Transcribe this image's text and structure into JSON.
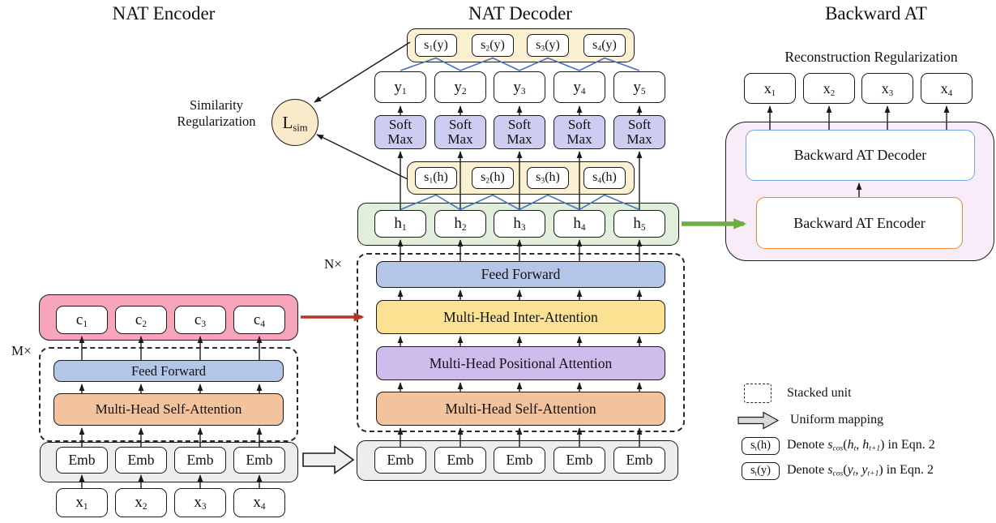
{
  "titles": {
    "encoder": "NAT Encoder",
    "decoder": "NAT Decoder",
    "backward": "Backward AT"
  },
  "similarity": {
    "line1": "Similarity",
    "line2": "Regularization",
    "loss_base": "L",
    "loss_sub": "sim"
  },
  "decoder": {
    "stack_label": "N×",
    "emb": "Emb",
    "softmax": {
      "line1": "Soft",
      "line2": "Max"
    },
    "s_y": [
      {
        "base": "s",
        "sub": "1",
        "arg": "(y)"
      },
      {
        "base": "s",
        "sub": "2",
        "arg": "(y)"
      },
      {
        "base": "s",
        "sub": "3",
        "arg": "(y)"
      },
      {
        "base": "s",
        "sub": "4",
        "arg": "(y)"
      }
    ],
    "y": [
      {
        "base": "y",
        "sub": "1"
      },
      {
        "base": "y",
        "sub": "2"
      },
      {
        "base": "y",
        "sub": "3"
      },
      {
        "base": "y",
        "sub": "4"
      },
      {
        "base": "y",
        "sub": "5"
      }
    ],
    "s_h": [
      {
        "base": "s",
        "sub": "1",
        "arg": "(h)"
      },
      {
        "base": "s",
        "sub": "2",
        "arg": "(h)"
      },
      {
        "base": "s",
        "sub": "3",
        "arg": "(h)"
      },
      {
        "base": "s",
        "sub": "4",
        "arg": "(h)"
      }
    ],
    "h": [
      {
        "base": "h",
        "sub": "1"
      },
      {
        "base": "h",
        "sub": "2"
      },
      {
        "base": "h",
        "sub": "3"
      },
      {
        "base": "h",
        "sub": "4"
      },
      {
        "base": "h",
        "sub": "5"
      }
    ],
    "layers": {
      "feed_forward": "Feed Forward",
      "inter_attention": "Multi-Head Inter-Attention",
      "positional_attention": "Multi-Head Positional Attention",
      "self_attention": "Multi-Head Self-Attention"
    }
  },
  "encoder": {
    "stack_label": "M×",
    "emb": "Emb",
    "c": [
      {
        "base": "c",
        "sub": "1"
      },
      {
        "base": "c",
        "sub": "2"
      },
      {
        "base": "c",
        "sub": "3"
      },
      {
        "base": "c",
        "sub": "4"
      }
    ],
    "x": [
      {
        "base": "x",
        "sub": "1"
      },
      {
        "base": "x",
        "sub": "2"
      },
      {
        "base": "x",
        "sub": "3"
      },
      {
        "base": "x",
        "sub": "4"
      }
    ],
    "layers": {
      "feed_forward": "Feed Forward",
      "self_attention": "Multi-Head Self-Attention"
    }
  },
  "backward": {
    "recon_label": "Reconstruction Regularization",
    "decoder_label": "Backward AT Decoder",
    "encoder_label": "Backward AT Encoder",
    "x": [
      {
        "base": "x",
        "sub": "1"
      },
      {
        "base": "x",
        "sub": "2"
      },
      {
        "base": "x",
        "sub": "3"
      },
      {
        "base": "x",
        "sub": "4"
      }
    ]
  },
  "legend": {
    "stacked_label": "Stacked unit",
    "uniform_label": "Uniform mapping",
    "sh_box": {
      "base": "s",
      "sub": "t",
      "arg": "(h)"
    },
    "sh_text": {
      "denote": "Denote ",
      "f": "s",
      "f_sub": "cos",
      "open": "(",
      "v1": "h",
      "v1_sub": "t",
      "comma": ", ",
      "v2": "h",
      "v2_sub": "t+1",
      "close": ") in Eqn. 2"
    },
    "sy_box": {
      "base": "s",
      "sub": "t",
      "arg": "(y)"
    },
    "sy_text": {
      "denote": "Denote ",
      "f": "s",
      "f_sub": "cos",
      "open": "(",
      "v1": "y",
      "v1_sub": "t",
      "comma": ", ",
      "v2": "y",
      "v2_sub": "t+1",
      "close": ") in Eqn. 2"
    }
  },
  "colors": {
    "score_container": "#FBF0D2",
    "softmax": "#CDCDF1",
    "loss_circle": "#FAEACA",
    "hidden_container": "#E2EEDC",
    "feed_forward": "#B3C6E7",
    "inter_attention": "#FBE293",
    "positional_attention": "#CFBCEC",
    "self_attention": "#F3C39E",
    "context_container": "#F6A6B8",
    "emb_container": "#EDEDED",
    "backward_container": "#F7ECF7",
    "backward_decoder_border": "#71A7DB",
    "backward_encoder_border": "#EE8434",
    "red_arrow": "#B43425",
    "green_arrow": "#6CAE45",
    "similarity_link": "#4472C4"
  }
}
